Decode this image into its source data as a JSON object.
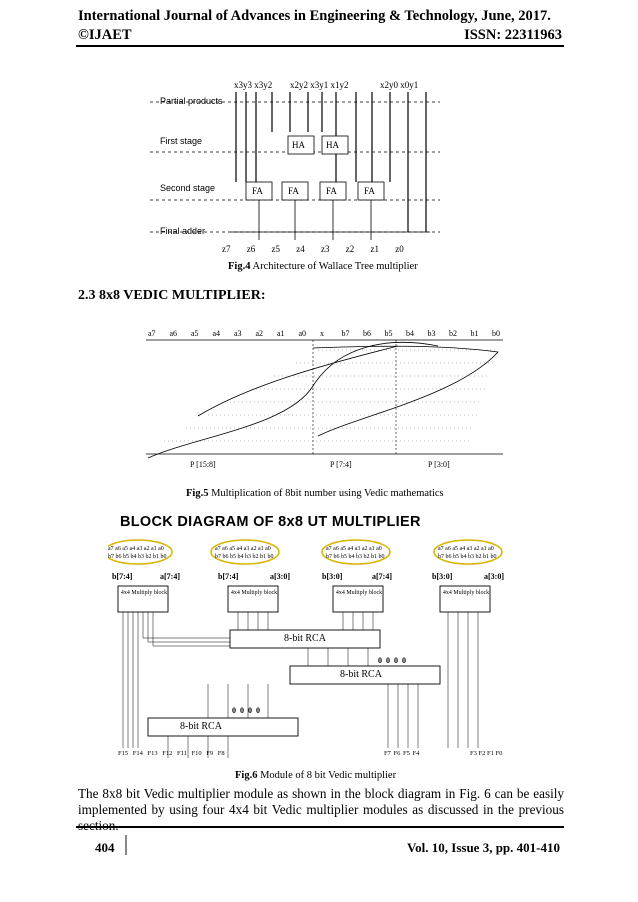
{
  "header": {
    "title": "International Journal of Advances in Engineering & Technology, June, 2017.",
    "copyright": "©IJAET",
    "issn": "ISSN: 22311963"
  },
  "fig4": {
    "labels": {
      "partial": "Partial products",
      "first": "First stage",
      "second": "Second stage",
      "final": "Final adder"
    },
    "ha": "HA",
    "fa": "FA",
    "outputs": [
      "z7",
      "z6",
      "z5",
      "z4",
      "z3",
      "z2",
      "z1",
      "z0"
    ],
    "caption_num": "Fig.4",
    "caption_text": " Architecture of Wallace Tree multiplier"
  },
  "section": {
    "heading": "2.3 8x8 VEDIC MULTIPLIER:"
  },
  "fig5": {
    "top_row": [
      "a7",
      "a6",
      "a5",
      "a4",
      "a3",
      "a2",
      "a1",
      "a0",
      "x",
      "b7",
      "b6",
      "b5",
      "b4",
      "b3",
      "b2",
      "b1",
      "b0"
    ],
    "bottom_labels": [
      "P [15:8]",
      "P [7:4]",
      "P [3:0]"
    ],
    "caption_num": "Fig.5",
    "caption_text": " Multiplication of 8bit number using Vedic mathematics"
  },
  "fig6": {
    "title": "BLOCK DIAGRAM OF 8x8  UT MULTIPLIER",
    "input_labels": [
      "b[7:4]",
      "a[7:4]",
      "b[7:4]",
      "a[3:0]",
      "b[3:0]",
      "a[7:4]",
      "b[3:0]",
      "a[3:0]"
    ],
    "block_label": "4x4 Multiply block",
    "rca": "8-bit RCA",
    "zeros": "0 0 0 0",
    "outputs_high": [
      "F15",
      "F14",
      "F13",
      "F12",
      "F11",
      "F10",
      "F9",
      "F8"
    ],
    "outputs_mid": [
      "F7",
      "F6",
      "F5",
      "F4"
    ],
    "outputs_low": [
      "F3",
      "F2",
      "F1",
      "F0"
    ],
    "caption_num": "Fig.6",
    "caption_text": " Module of 8 bit Vedic multiplier"
  },
  "body_text": "The 8x8 bit Vedic multiplier module as shown in the block diagram in Fig. 6 can be easily implemented by using four 4x4 bit Vedic multiplier modules as discussed in the previous section.",
  "footer": {
    "page": "404",
    "volume": "Vol. 10, Issue 3, pp. 401-410"
  }
}
